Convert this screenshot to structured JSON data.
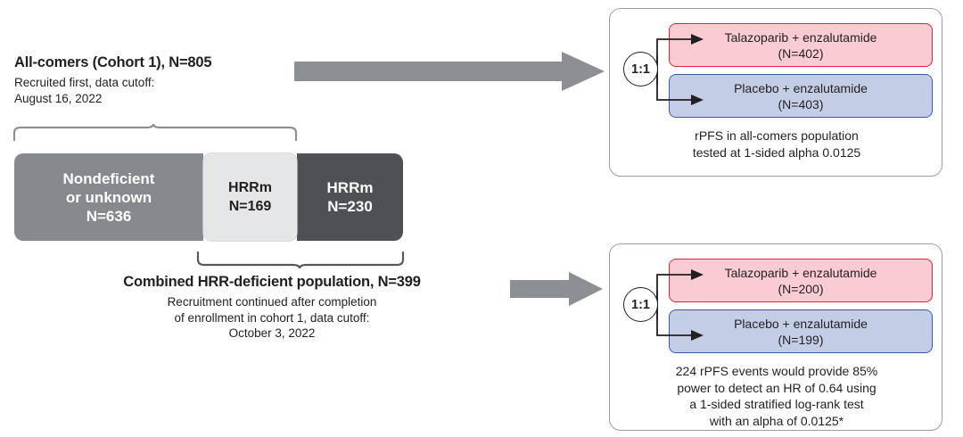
{
  "left": {
    "allcomers_title": "All-comers (Cohort 1), N=805",
    "allcomers_sub_lines": [
      "Recruited first, data cutoff:",
      "August 16, 2022"
    ],
    "cohort_bar": {
      "segments": [
        {
          "name": "nondeficient-or-unknown",
          "line1": "Nondeficient",
          "line2": "or unknown",
          "line3": "N=636",
          "color": "#86898e",
          "text_color": "#ffffff"
        },
        {
          "name": "hrrm-cohort1",
          "line1": "HRRm",
          "line2": "N=169",
          "line3": "",
          "color": "#e5e6e7",
          "text_color": "#231f20"
        },
        {
          "name": "hrrm-cohort2",
          "line1": "HRRm",
          "line2": "N=230",
          "line3": "",
          "color": "#4e5055",
          "text_color": "#ffffff"
        }
      ]
    },
    "combined_title": "Combined HRR-deficient population, N=399",
    "combined_sub_lines": [
      "Recruitment continued after completion",
      "of enrollment in cohort 1, data cutoff:",
      "October 3, 2022"
    ]
  },
  "arrows": {
    "color": "#8c8f94",
    "top_label": "flow-arrow-to-allcomers-randomization",
    "bottom_label": "flow-arrow-to-hrd-randomization"
  },
  "panels": [
    {
      "id": "allcomers",
      "ratio": "1:1",
      "arms": [
        {
          "name": "talazoparib-enzalutamide",
          "line1": "Talazoparib + enzalutamide",
          "line2": "(N=402)",
          "fill": "#f8ccd2",
          "border": "#e8213a"
        },
        {
          "name": "placebo-enzalutamide",
          "line1": "Placebo + enzalutamide",
          "line2": "(N=403)",
          "fill": "#c3cee6",
          "border": "#3a5aa8"
        }
      ],
      "note_lines": [
        "rPFS in all-comers population",
        "tested at 1-sided alpha 0.0125"
      ]
    },
    {
      "id": "hrd",
      "ratio": "1:1",
      "arms": [
        {
          "name": "talazoparib-enzalutamide",
          "line1": "Talazoparib + enzalutamide",
          "line2": "(N=200)",
          "fill": "#f8ccd2",
          "border": "#e8213a"
        },
        {
          "name": "placebo-enzalutamide",
          "line1": "Placebo + enzalutamide",
          "line2": "(N=199)",
          "fill": "#c3cee6",
          "border": "#3a5aa8"
        }
      ],
      "note_lines": [
        "224 rPFS events would provide 85%",
        "power to detect an HR of 0.64 using",
        "a 1-sided stratified log-rank test",
        "with an alpha of 0.0125*"
      ]
    }
  ]
}
